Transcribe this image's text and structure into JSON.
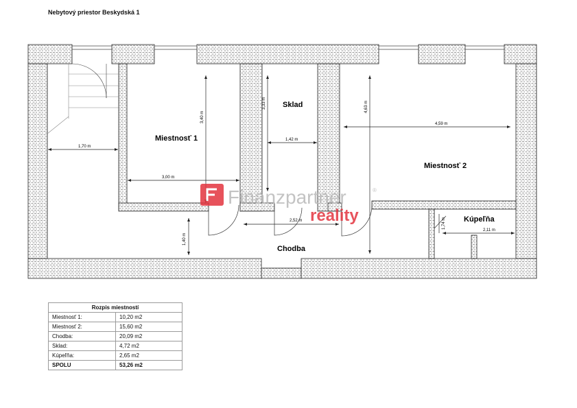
{
  "title": "Nebytový priestor Beskydská 1",
  "rooms": {
    "miestnost1": "Miestnosť 1",
    "miestnost2": "Miestnosť 2",
    "sklad": "Sklad",
    "chodba": "Chodba",
    "kupelna": "Kúpeľňa"
  },
  "dimensions": {
    "d170": "1,70 m",
    "d340": "3,40 m",
    "d300": "3,00 m",
    "d333": "3,33 m",
    "d142": "1,42 m",
    "d463": "4,63 m",
    "d459": "4,59 m",
    "d252": "2,52 m",
    "d140": "1,40 m",
    "d174": "1,74 m",
    "d211": "2,11 m"
  },
  "watermark": {
    "brand": "Finanzpartner",
    "sub": "reality",
    "mark": "®",
    "accent": "#e3353f"
  },
  "summary": {
    "header": "Rozpis miestností",
    "rows": [
      {
        "name": "Miestnosť 1:",
        "area": "10,20 m2"
      },
      {
        "name": "Miestnosť 2:",
        "area": "15,60 m2"
      },
      {
        "name": "Chodba:",
        "area": "20,09 m2"
      },
      {
        "name": "Sklad:",
        "area": "4,72 m2"
      },
      {
        "name": "Kúpeľňa:",
        "area": "2,65 m2"
      }
    ],
    "total": {
      "name": "SPOLU",
      "area": "53,26 m2"
    }
  }
}
